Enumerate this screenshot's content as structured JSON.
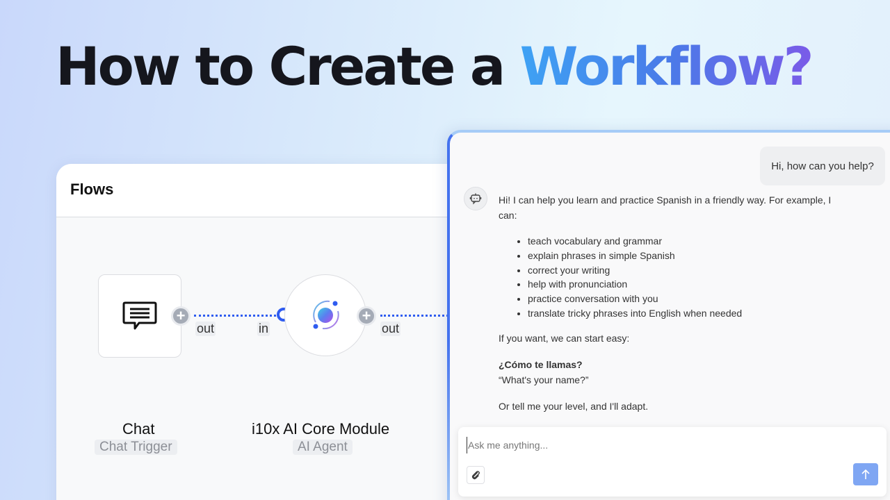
{
  "headline": {
    "prefix": "How to Create a ",
    "accent": "Workflow?"
  },
  "flows": {
    "title": "Flows",
    "nodes": [
      {
        "title": "Chat",
        "subtitle": "Chat Trigger",
        "icon": "chat-bubble-icon",
        "out_label": "out"
      },
      {
        "title": "i10x AI Core Module",
        "subtitle": "AI Agent",
        "icon": "ai-orbit-icon",
        "in_label": "in",
        "out_label": "out"
      }
    ]
  },
  "chat": {
    "user_message": "Hi, how can you help?",
    "bot_message": {
      "intro": "Hi! I can help you learn and practice Spanish in a friendly way. For example, I can:",
      "bullets": [
        "teach vocabulary and grammar",
        "explain phrases in simple Spanish",
        "correct your writing",
        "help with pronunciation",
        "practice conversation with you",
        "translate tricky phrases into English when needed"
      ],
      "start_easy": "If you want, we can start easy:",
      "spanish_phrase": "¿Cómo te llamas?",
      "translation": "“What's your name?”",
      "closing": "Or tell me your level, and I'll adapt."
    },
    "composer": {
      "placeholder": "Ask me anything...",
      "value": ""
    }
  },
  "colors": {
    "accent_blue": "#2f5cf0",
    "send_button": "#7fa6f3",
    "headline_dark": "#15161d"
  }
}
